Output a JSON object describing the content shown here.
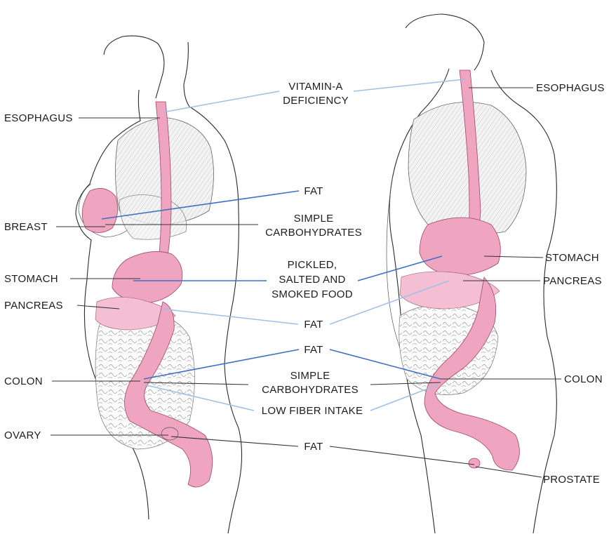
{
  "left_figure_labels": {
    "esophagus": "ESOPHAGUS",
    "breast": "BREAST",
    "stomach": "STOMACH",
    "pancreas": "PANCREAS",
    "colon": "COLON",
    "ovary": "OVARY"
  },
  "right_figure_labels": {
    "esophagus": "ESOPHAGUS",
    "stomach": "STOMACH",
    "pancreas": "PANCREAS",
    "colon": "COLON",
    "prostate": "PROSTATE"
  },
  "risk_factors": {
    "vitamin_a_line1": "VITAMIN-A",
    "vitamin_a_line2": "DEFICIENCY",
    "fat_breast": "FAT",
    "simple_carbs_breast_line1": "SIMPLE",
    "simple_carbs_breast_line2": "CARBOHYDRATES",
    "pickled_line1": "PICKLED,",
    "pickled_line2": "SALTED AND",
    "pickled_line3": "SMOKED FOOD",
    "fat_pancreas": "FAT",
    "fat_colon": "FAT",
    "simple_carbs_colon_line1": "SIMPLE",
    "simple_carbs_colon_line2": "CARBOHYDRATES",
    "low_fiber": "LOW FIBER INTAKE",
    "fat_ovary_prostate": "FAT"
  },
  "colors": {
    "organ_highlight": "#efa4bf",
    "strong_link": "#3f6fc4",
    "light_link": "#9ec0e6",
    "label_leader": "#333333"
  }
}
